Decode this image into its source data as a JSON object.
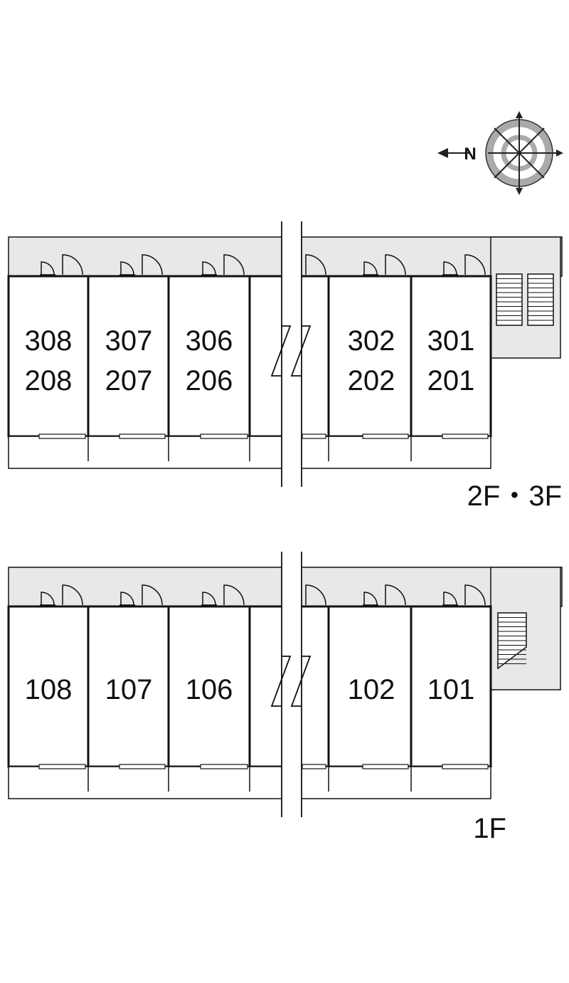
{
  "compass": {
    "label": "N",
    "icon": "compass-icon"
  },
  "upper_floor": {
    "label": "2F・3F",
    "units": [
      {
        "top": "308",
        "bottom": "208"
      },
      {
        "top": "307",
        "bottom": "207"
      },
      {
        "top": "306",
        "bottom": "206"
      },
      {
        "top": "302",
        "bottom": "202"
      },
      {
        "top": "301",
        "bottom": "201"
      }
    ]
  },
  "ground_floor": {
    "label": "1F",
    "units": [
      "108",
      "107",
      "106",
      "102",
      "101"
    ]
  },
  "colors": {
    "corridor": "#e8e8e8",
    "wall": "#111111",
    "compass_ring": "#aaaaaa"
  }
}
